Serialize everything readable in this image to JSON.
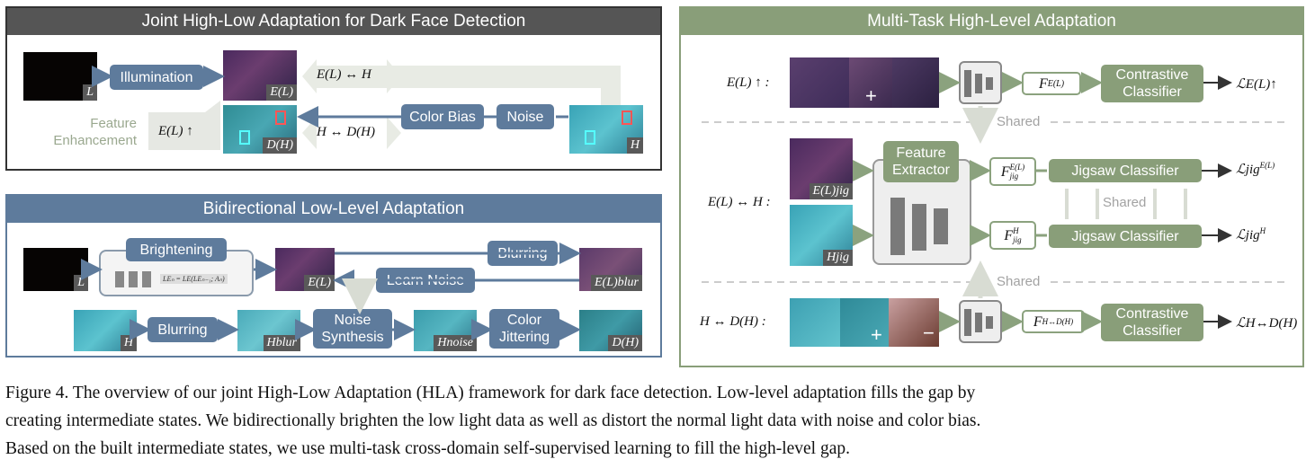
{
  "panels": {
    "joint": {
      "title": "Joint High-Low Adaptation for Dark Face Detection"
    },
    "bidirectional": {
      "title": "Bidirectional Low-Level Adaptation"
    },
    "multitask": {
      "title": "Multi-Task High-Level Adaptation"
    }
  },
  "joint": {
    "tag_L": "L",
    "illumination": "Illumination",
    "tag_EL": "E(L)",
    "eq1": "E(L) ↔ H",
    "feature_enhancement": "Feature\nEnhancement",
    "el_up": "E(L) ↑",
    "tag_DH": "D(H)",
    "eq2": "H ↔ D(H)",
    "color_bias": "Color Bias",
    "noise": "Noise",
    "tag_H": "H"
  },
  "bidir": {
    "tag_L": "L",
    "brightening": "Brightening",
    "formula": "LEₙ = LE(LEₙ₋₁; Aₙ)",
    "tag_EL": "E(L)",
    "blurring_top": "Blurring",
    "tag_ELblur": "E(L)blur",
    "learn_noise": "Learn Noise",
    "tag_H": "H",
    "blurring_bottom": "Blurring",
    "tag_Hblur": "Hblur",
    "noise_synthesis": "Noise\nSynthesis",
    "tag_Hnoise": "Hnoise",
    "color_jittering": "Color\nJittering",
    "tag_DH": "D(H)"
  },
  "multitask": {
    "row1_label": "E(L) ↑ :",
    "row2_label": "E(L) ↔ H :",
    "row3_label": "H ↔ D(H) :",
    "f1": "F",
    "f1_sub": "E(L)",
    "f2": "F",
    "f2_sup": "E(L)",
    "f2_sub": "jig",
    "f3": "F",
    "f3_sup": "H",
    "f3_sub": "jig",
    "f4": "F",
    "f4_sub": "H↔D(H)",
    "contrastive1": "Contrastive\nClassifier",
    "contrastive2": "Contrastive\nClassifier",
    "jigsaw1": "Jigsaw Classifier",
    "jigsaw2": "Jigsaw Classifier",
    "feature_extractor": "Feature\nExtractor",
    "shared1": "Shared",
    "shared2": "Shared",
    "shared3": "Shared",
    "tag_ELjig": "E(L)jig",
    "tag_Hjig": "Hjig",
    "loss1": "ℒE(L)↑",
    "loss2": "ℒjig",
    "loss2_sup": "E(L)",
    "loss3": "ℒjig",
    "loss3_sup": "H",
    "loss4": "ℒH↔D(H)",
    "plus1": "+",
    "plus2": "+",
    "minus": "−"
  },
  "caption": {
    "line1": "Figure 4. The overview of our joint High-Low Adaptation (HLA) framework for dark face detection. Low-level adaptation fills the gap by",
    "line2": "creating intermediate states. We bidirectionally brighten the low light data as well as distort the normal light data with noise and color bias.",
    "line3": "Based on the built intermediate states, we use multi-task cross-domain self-supervised learning to fill the high-level gap."
  },
  "colors": {
    "blue": "#5e7b9c",
    "green": "#899e79",
    "dark_panel_border": "#333333",
    "light_arrow": "#e6e8e3"
  }
}
